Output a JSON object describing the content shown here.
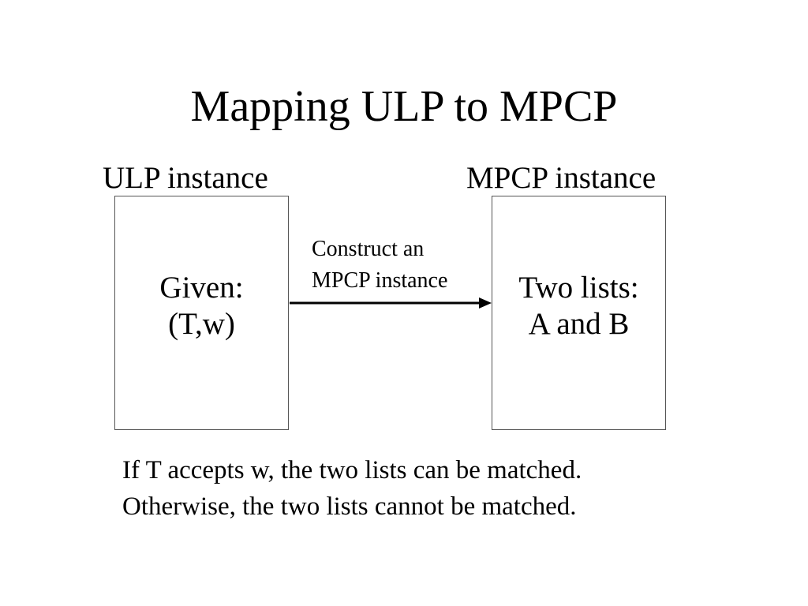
{
  "slide": {
    "title": "Mapping ULP to MPCP"
  },
  "left_panel": {
    "label": "ULP instance",
    "lines": [
      "Given:",
      "(T,w)"
    ]
  },
  "right_panel": {
    "label": "MPCP instance",
    "lines": [
      "Two lists:",
      "A and B"
    ]
  },
  "arrow": {
    "lines": [
      "Construct an",
      "MPCP instance"
    ]
  },
  "footer": {
    "lines": [
      "If T accepts w, the two lists can be matched.",
      "Otherwise, the two lists cannot be matched."
    ]
  }
}
